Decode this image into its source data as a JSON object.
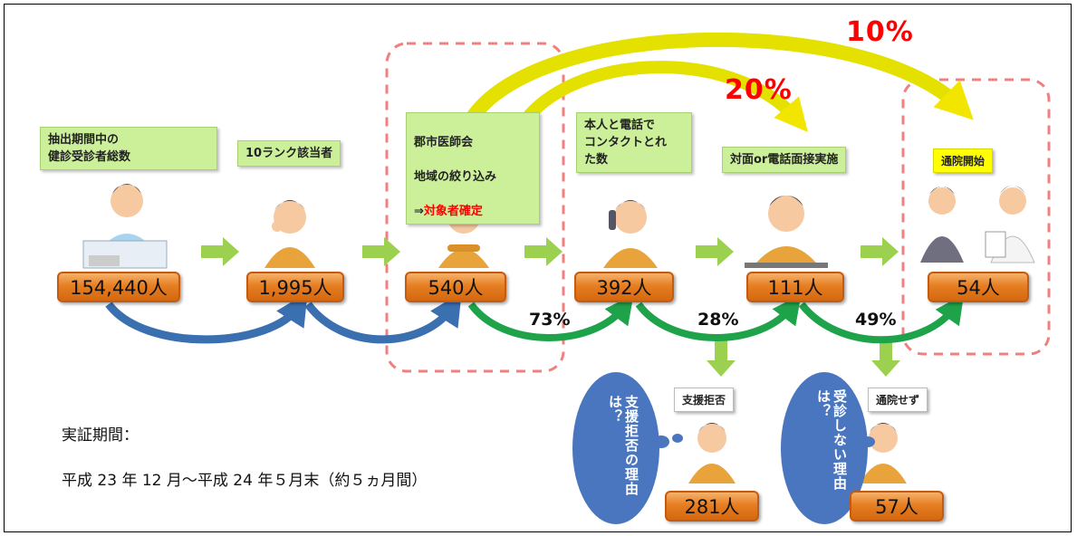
{
  "steps": [
    {
      "label": "抽出期間中の\n健診受診者総数",
      "count": "154,440人"
    },
    {
      "label": "10ランク該当者",
      "count": "1,995人"
    },
    {
      "label_line1": "郡市医師会",
      "label_line2": "地域の絞り込み",
      "label_line3_prefix": "⇒",
      "label_line3_red": "対象者確定",
      "count": "540人"
    },
    {
      "label": "本人と電話で\nコンタクトとれ\nた数",
      "count": "392人"
    },
    {
      "label": "対面or電話面接実施",
      "count": "111人"
    },
    {
      "label": "通院開始",
      "count": "54人"
    }
  ],
  "percentages": {
    "p1": "73%",
    "p2": "28%",
    "p3": "49%",
    "top1": "10%",
    "top2": "20%"
  },
  "branches": [
    {
      "label": "支援拒否",
      "count": "281人",
      "thought": "支援拒否の理由は？"
    },
    {
      "label": "通院せず",
      "count": "57人",
      "thought": "受診しない理由は？"
    }
  ],
  "period": {
    "title": "実証期間：",
    "text": "平成 23 年 12 月～平成 24 年５月末（約５ヵ月間）"
  },
  "colors": {
    "green_arrow": "#9bd14e",
    "blue_arrow": "#3a6fb0",
    "green_curve": "#1fa34a",
    "yellow_arrow": "#e8e400",
    "dashed_box": "#f08080"
  }
}
